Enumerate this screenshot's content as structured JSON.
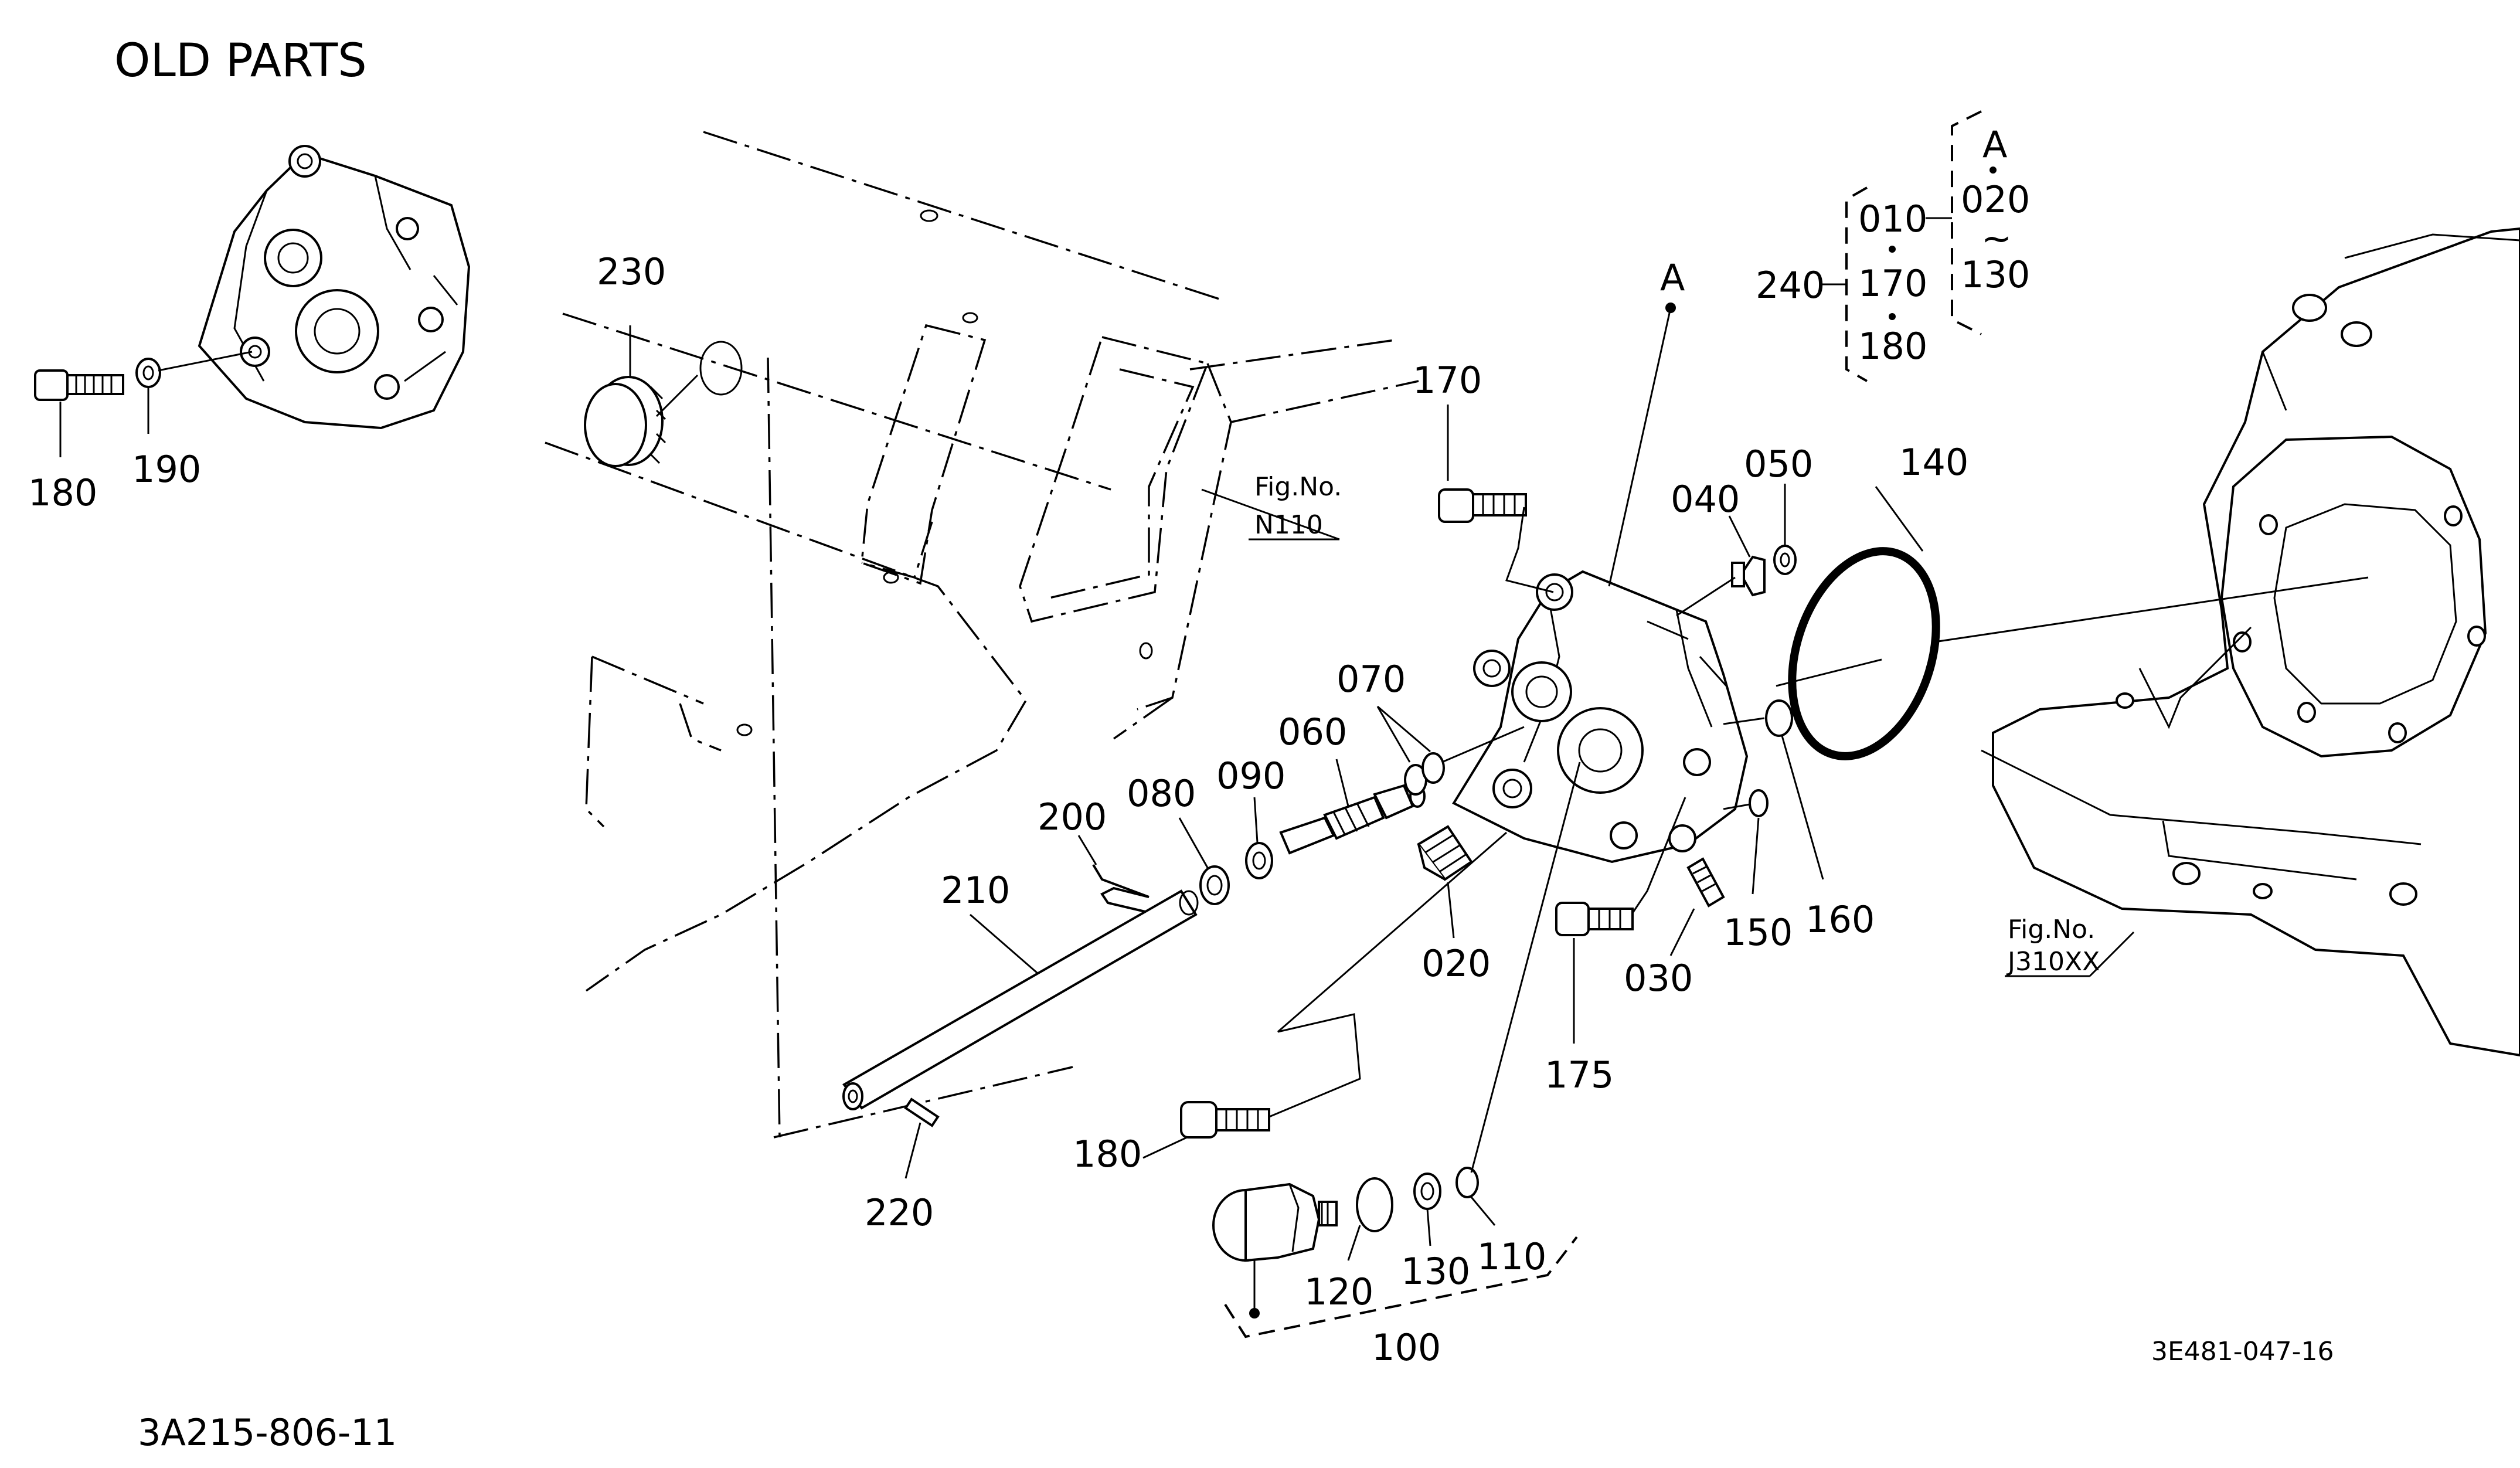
{
  "title": "OLD PARTS",
  "drawing_number": "3A215-806-11",
  "figure_code": "3E481-047-16",
  "fig_refs": [
    {
      "line1": "Fig.No.",
      "line2": "N110"
    },
    {
      "line1": "Fig.No.",
      "line2": "J310XX"
    }
  ],
  "old_parts_labels": {
    "p180": "180",
    "p190": "190"
  },
  "part_labels": {
    "p230": "230",
    "p170": "170",
    "p040": "040",
    "p050": "050",
    "p140": "140",
    "p070": "070",
    "p060": "060",
    "p090": "090",
    "p080": "080",
    "p200": "200",
    "p210": "210",
    "p020": "020",
    "p030": "030",
    "p150": "150",
    "p160": "160",
    "p175": "175",
    "p180": "180",
    "p220": "220",
    "p120": "120",
    "p130": "130",
    "p110": "110",
    "p100": "100",
    "pA": "A"
  },
  "assembly_tree": {
    "root": "240",
    "group1": [
      "010",
      "170",
      "180"
    ],
    "group2_head": "A",
    "group2_from": "020",
    "range_symbol": "~",
    "group2_to": "130"
  }
}
